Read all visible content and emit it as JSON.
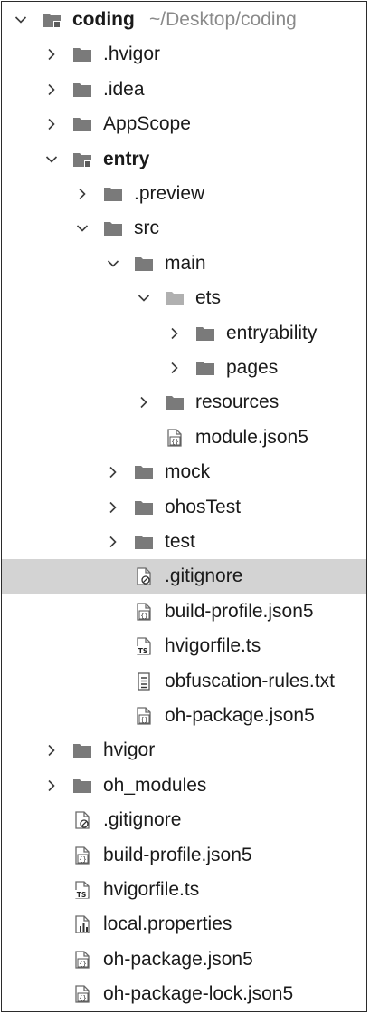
{
  "project_tree": {
    "root_path": "~/Desktop/coding",
    "rows": [
      {
        "label": "coding",
        "level": 0,
        "type": "module",
        "expanded": true,
        "bold": true
      },
      {
        "label": ".hvigor",
        "level": 1,
        "type": "folder",
        "expanded": false
      },
      {
        "label": ".idea",
        "level": 1,
        "type": "folder",
        "expanded": false
      },
      {
        "label": "AppScope",
        "level": 1,
        "type": "folder",
        "expanded": false
      },
      {
        "label": "entry",
        "level": 1,
        "type": "module",
        "expanded": true,
        "bold": true
      },
      {
        "label": ".preview",
        "level": 2,
        "type": "folder",
        "expanded": false
      },
      {
        "label": "src",
        "level": 2,
        "type": "folder",
        "expanded": true
      },
      {
        "label": "main",
        "level": 3,
        "type": "folder",
        "expanded": true
      },
      {
        "label": "ets",
        "level": 4,
        "type": "folder-light",
        "expanded": true
      },
      {
        "label": "entryability",
        "level": 5,
        "type": "folder",
        "expanded": false
      },
      {
        "label": "pages",
        "level": 5,
        "type": "folder",
        "expanded": false
      },
      {
        "label": "resources",
        "level": 4,
        "type": "folder",
        "expanded": false
      },
      {
        "label": "module.json5",
        "level": 4,
        "type": "json-file"
      },
      {
        "label": "mock",
        "level": 3,
        "type": "folder",
        "expanded": false
      },
      {
        "label": "ohosTest",
        "level": 3,
        "type": "folder",
        "expanded": false
      },
      {
        "label": "test",
        "level": 3,
        "type": "folder",
        "expanded": false
      },
      {
        "label": ".gitignore",
        "level": 3,
        "type": "ignore-file",
        "selected": true
      },
      {
        "label": "build-profile.json5",
        "level": 3,
        "type": "json-file"
      },
      {
        "label": "hvigorfile.ts",
        "level": 3,
        "type": "ts-file"
      },
      {
        "label": "obfuscation-rules.txt",
        "level": 3,
        "type": "text-file"
      },
      {
        "label": "oh-package.json5",
        "level": 3,
        "type": "json-file"
      },
      {
        "label": "hvigor",
        "level": 1,
        "type": "folder",
        "expanded": false
      },
      {
        "label": "oh_modules",
        "level": 1,
        "type": "folder",
        "expanded": false
      },
      {
        "label": ".gitignore",
        "level": 1,
        "type": "ignore-file"
      },
      {
        "label": "build-profile.json5",
        "level": 1,
        "type": "json-file"
      },
      {
        "label": "hvigorfile.ts",
        "level": 1,
        "type": "ts-file"
      },
      {
        "label": "local.properties",
        "level": 1,
        "type": "properties-file"
      },
      {
        "label": "oh-package.json5",
        "level": 1,
        "type": "json-file"
      },
      {
        "label": "oh-package-lock.json5",
        "level": 1,
        "type": "json-file"
      }
    ]
  },
  "icons": {
    "folder": "folder-icon",
    "folder-light": "source-folder-icon",
    "module": "module-folder-icon",
    "json-file": "json-file-icon",
    "ignore-file": "gitignore-file-icon",
    "ts-file": "typescript-file-icon",
    "text-file": "text-file-icon",
    "properties-file": "properties-file-icon"
  },
  "colors": {
    "folder": "#7a7a7a",
    "folder_light": "#b0b0b0",
    "selection": "#d3d3d3",
    "text": "#1a1a1a",
    "path": "#8a8a8a"
  }
}
